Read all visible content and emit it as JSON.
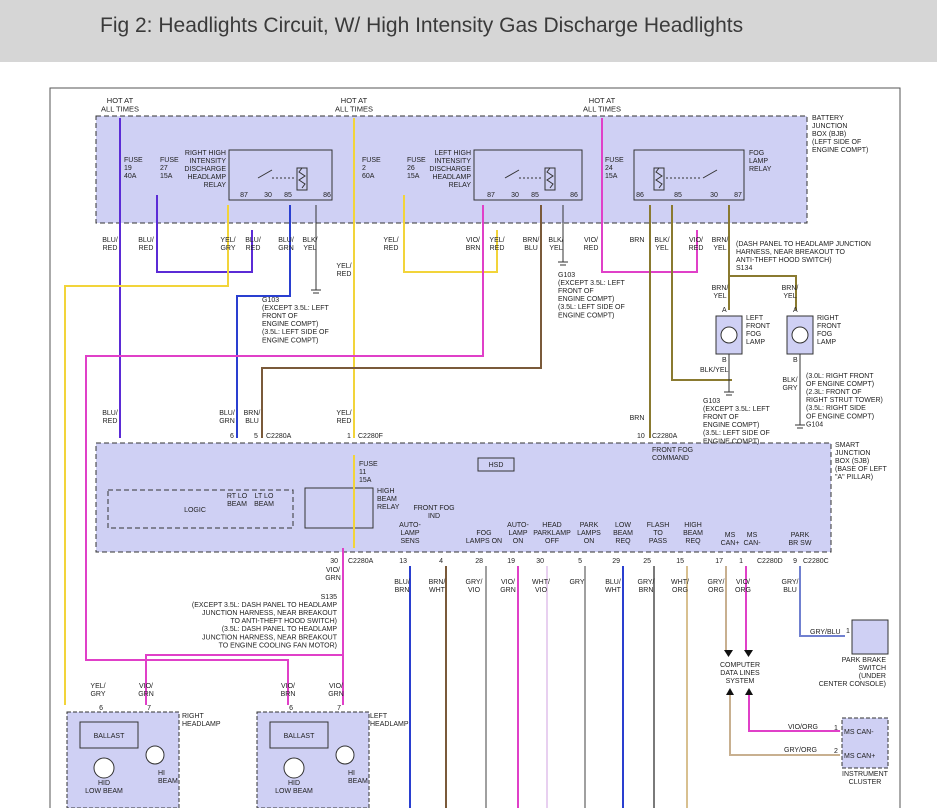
{
  "title": "Fig 2: Headlights Circuit, W/ High Intensity Gas Discharge Headlights",
  "colors": {
    "header_bg": "#d6d6d6",
    "module_fill": "#cfd0f4",
    "wire_blue_red": "#5b2bd6",
    "wire_yellow": "#f2d43a",
    "wire_violet_red": "#e040c8",
    "wire_brown": "#7a5a3a",
    "wire_blue": "#2a3fd0",
    "wire_gray": "#a0a0a0",
    "wire_tan": "#c8b090"
  },
  "feeds": [
    "HOT AT\nALL TIMES",
    "HOT AT\nALL TIMES",
    "HOT AT\nALL TIMES"
  ],
  "bjb": {
    "name": "BATTERY\nJUNCTION\nBOX (BJB)\n(LEFT SIDE OF\nENGINE COMPT)",
    "fuses": [
      {
        "name": "FUSE\n19\n40A"
      },
      {
        "name": "FUSE\n27\n15A"
      },
      {
        "name": "FUSE\n2\n60A"
      },
      {
        "name": "FUSE\n26\n15A"
      },
      {
        "name": "FUSE\n24\n15A"
      }
    ],
    "relays": [
      {
        "name": "RIGHT HIGH\nINTENSITY\nDISCHARGE\nHEADLAMP\nRELAY",
        "pins": [
          "87",
          "30",
          "85",
          "86"
        ]
      },
      {
        "name": "LEFT HIGH\nINTENSITY\nDISCHARGE\nHEADLAMP\nRELAY",
        "pins": [
          "87",
          "30",
          "85",
          "86"
        ]
      },
      {
        "name": "FOG\nLAMP\nRELAY",
        "pins": [
          "86",
          "85",
          "30",
          "87"
        ]
      }
    ]
  },
  "wire_labels_top": [
    "BLU/\nRED",
    "BLU/\nRED",
    "YEL/\nGRY",
    "BLU/\nRED",
    "BLU/\nGRN",
    "BLK/\nYEL",
    "YEL/\nRED",
    "YEL/\nRED",
    "VIO/\nBRN",
    "YEL/\nRED",
    "BRN/\nBLU",
    "BLK/\nYEL",
    "VIO/\nRED",
    "BRN",
    "BLK/\nYEL",
    "VIO/\nRED",
    "BRN/\nYEL"
  ],
  "ground_notes": [
    "G103\n(EXCEPT 3.5L: LEFT\nFRONT OF\nENGINE COMPT)\n(3.5L: LEFT SIDE OF\nENGINE COMPT)",
    "G103\n(EXCEPT 3.5L: LEFT\nFRONT OF\nENGINE COMPT)\n(3.5L: LEFT SIDE OF\nENGINE COMPT)",
    "G103\n(EXCEPT 3.5L: LEFT\nFRONT OF\nENGINE COMPT)\n(3.5L: LEFT SIDE OF\nENGINE COMPT)",
    "(3.0L: RIGHT FRONT\nOF ENGINE COMPT)\n(2.3L: FRONT OF\nRIGHT STRUT TOWER)\n(3.5L: RIGHT SIDE\nOF ENGINE COMPT)\nG104"
  ],
  "s134": "(DASH PANEL TO HEADLAMP JUNCTION\nHARNESS, NEAR BREAKOUT TO\nANTI-THEFT HOOD SWITCH)\nS134",
  "fog_lamps": [
    {
      "name": "LEFT\nFRONT\nFOG\nLAMP",
      "pin_a": "A",
      "pin_b": "B",
      "wire_in": "BRN/\nYEL",
      "wire_out": "BLK/YEL"
    },
    {
      "name": "RIGHT\nFRONT\nFOG\nLAMP",
      "pin_a": "A",
      "pin_b": "B",
      "wire_in": "BRN/\nYEL",
      "wire_out": "BLK/\nGRY"
    }
  ],
  "sjb": {
    "name": "SMART\nJUNCTION\nBOX (SJB)\n(BASE OF LEFT\n\"A\" PILLAR)",
    "fuse": "FUSE\n11\n15A",
    "relay": "HIGH\nBEAM\nRELAY",
    "logic": "LOGIC",
    "hsd": "HSD",
    "front_fog_command": "FRONT FOG\nCOMMAND",
    "in_pins": [
      {
        "wire": "BLU/\nRED",
        "pin": ""
      },
      {
        "wire": "BLU/\nGRN",
        "pin": "6"
      },
      {
        "wire": "BRN/\nBLU",
        "pin": "5"
      },
      {
        "wire": "",
        "pin": "C2280A"
      },
      {
        "wire": "YEL/\nRED",
        "pin": "1"
      },
      {
        "wire": "",
        "pin": "C2280F"
      },
      {
        "wire": "BRN",
        "pin": "10"
      },
      {
        "wire": "",
        "pin": "C2280A"
      }
    ],
    "rt_lo_beam": "RT LO\nBEAM",
    "lt_lo_beam": "LT LO\nBEAM",
    "outputs": [
      {
        "label": "AUTO-\nLAMP\nSENS",
        "pin": "13",
        "wire": "BLU/\nBRN"
      },
      {
        "label": "FRONT FOG\nIND",
        "pin": "4",
        "wire": "BRN/\nWHT"
      },
      {
        "label": "FOG\nLAMPS ON",
        "pin": "28",
        "wire": "GRY/\nVIO"
      },
      {
        "label": "AUTO-\nLAMP\nON",
        "pin": "19",
        "wire": "VIO/\nGRN"
      },
      {
        "label": "HEAD\nPARKLAMP\nOFF",
        "pin": "30",
        "wire": "WHT/\nVIO"
      },
      {
        "label": "PARK\nLAMPS\nON",
        "pin": "5",
        "wire": "GRY"
      },
      {
        "label": "LOW\nBEAM\nREQ",
        "pin": "29",
        "wire": "BLU/\nWHT"
      },
      {
        "label": "FLASH\nTO\nPASS",
        "pin": "25",
        "wire": "GRY/\nBRN"
      },
      {
        "label": "HIGH\nBEAM\nREQ",
        "pin": "15",
        "wire": "WHT/\nORG"
      },
      {
        "label": "MS\nCAN+",
        "pin": "17",
        "wire": "GRY/\nORG"
      },
      {
        "label": "MS\nCAN-",
        "pin": "1",
        "wire": "VIO/\nORG"
      },
      {
        "label": "PARK\nBR SW",
        "pin": "9",
        "wire": "GRY/\nBLU"
      }
    ],
    "out_connectors": [
      "C2280A",
      "C2280D",
      "C2280C"
    ],
    "relay_out": {
      "pin": "30",
      "connector": "C2280A",
      "wire": "VIO/\nGRN"
    }
  },
  "s135": "S135\n(EXCEPT 3.5L: DASH PANEL TO HEADLAMP\nJUNCTION HARNESS, NEAR BREAKOUT\nTO ANTI-THEFT HOOD SWITCH)\n(3.5L: DASH PANEL TO HEADLAMP\nJUNCTION HARNESS, NEAR BREAKOUT\nTO ENGINE COOLING FAN MOTOR)",
  "park_brake": {
    "name": "PARK BRAKE\nSWITCH\n(UNDER\nCENTER CONSOLE)",
    "wire": "GRY/BLU",
    "pin": "1"
  },
  "data_lines": "COMPUTER\nDATA LINES\nSYSTEM",
  "cluster": {
    "name": "INSTRUMENT\nCLUSTER",
    "pins": [
      {
        "pin": "1",
        "label": "MS CAN-",
        "wire": "VIO/ORG"
      },
      {
        "pin": "2",
        "label": "MS CAN+",
        "wire": "GRY/ORG"
      }
    ]
  },
  "headlamps": [
    {
      "name": "RIGHT\nHEADLAMP",
      "ballast": "BALLAST",
      "hid": "HID\nLOW BEAM",
      "hi": "HI\nBEAM",
      "wires": [
        "YEL/\nGRY",
        "VIO/\nGRN"
      ],
      "pins": [
        "6",
        "7"
      ]
    },
    {
      "name": "LEFT\nHEADLAMP",
      "ballast": "BALLAST",
      "hid": "HID\nLOW BEAM",
      "hi": "HI\nBEAM",
      "wires": [
        "VIO/\nBRN",
        "VIO/\nGRN"
      ],
      "pins": [
        "6",
        "7"
      ]
    }
  ]
}
